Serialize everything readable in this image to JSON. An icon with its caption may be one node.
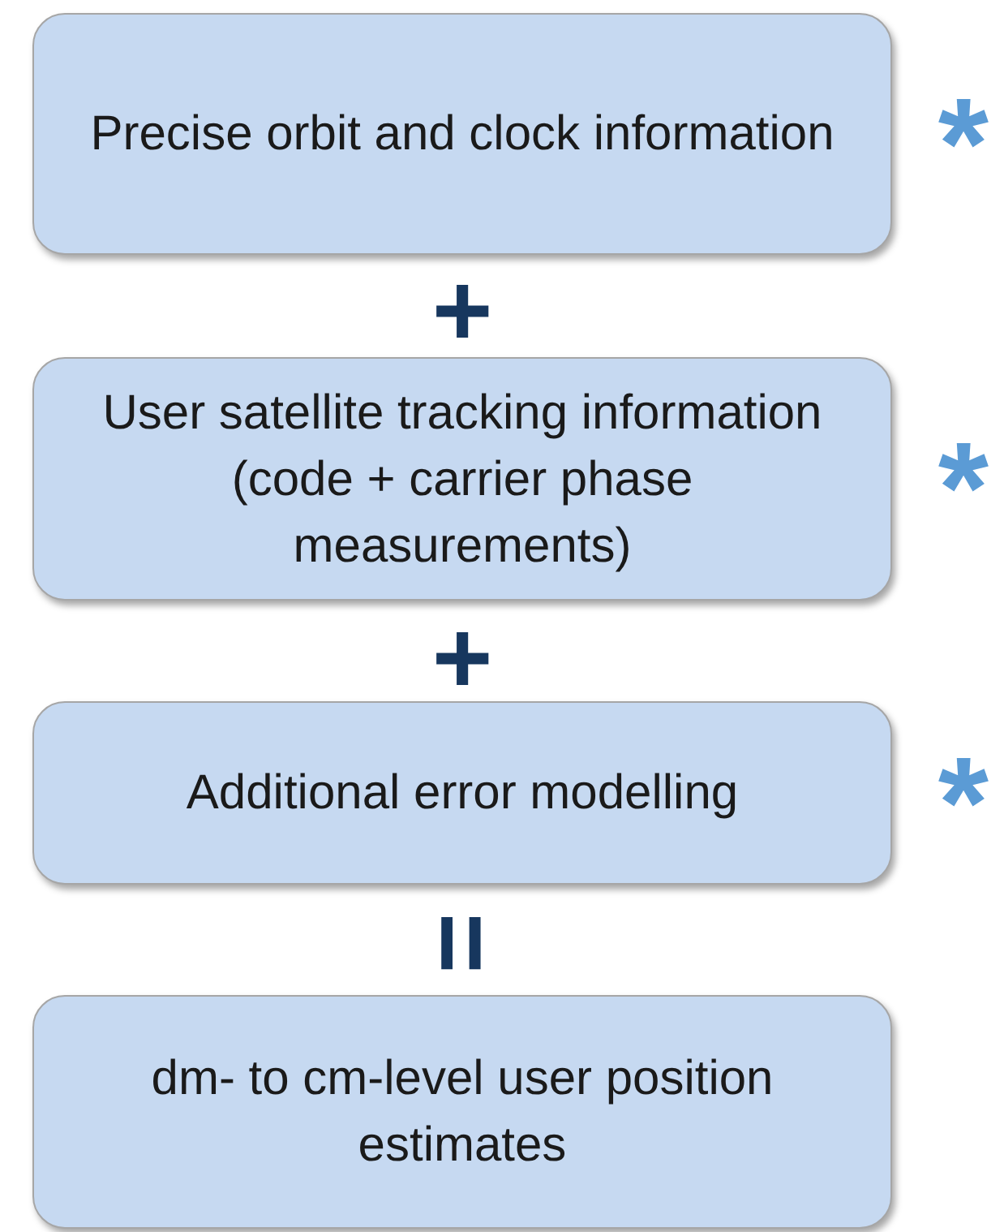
{
  "diagram": {
    "nodes": [
      {
        "text": [
          "Precise orbit and clock information"
        ],
        "beside": [
          "*"
        ]
      },
      {
        "text": [
          "User satellite tracking information (code + carrier phase measurements)"
        ],
        "beside": [
          "*"
        ]
      },
      {
        "text": [
          "Additional error modelling"
        ],
        "beside": [
          "*"
        ]
      },
      {
        "text": [
          "dm- to cm-level user position estimates"
        ]
      }
    ],
    "labels": [
      "+",
      "+",
      "="
    ]
  }
}
